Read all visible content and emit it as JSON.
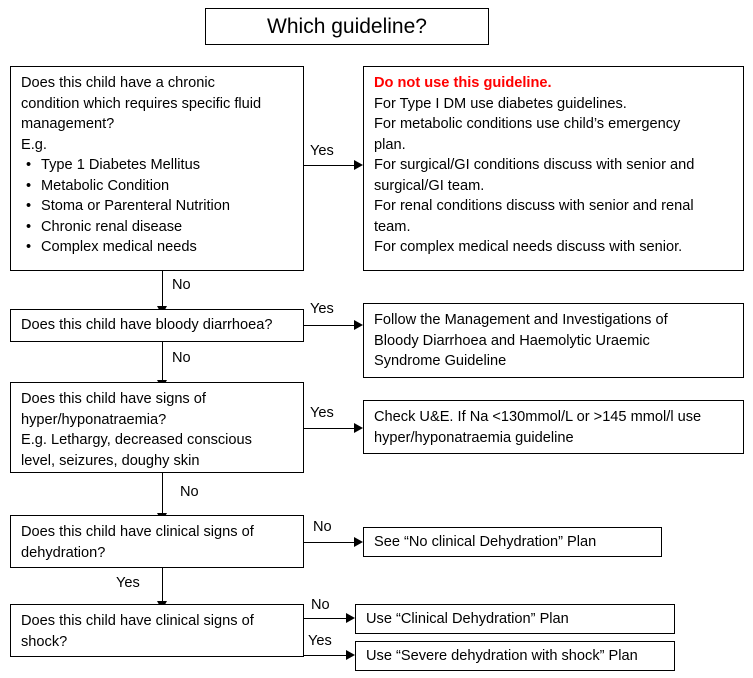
{
  "title": {
    "text": "Which guideline?"
  },
  "nodes": {
    "chronic_condition": {
      "question_lines": [
        "Does this child have a chronic",
        "condition which requires specific fluid",
        "management?",
        "E.g."
      ],
      "bullets": [
        "Type 1 Diabetes Mellitus",
        "Metabolic Condition",
        "Stoma or Parenteral Nutrition",
        "Chronic renal disease",
        "Complex medical needs"
      ]
    },
    "do_not_use": {
      "warning": "Do not use this guideline.",
      "lines": [
        "For Type I DM use diabetes guidelines.",
        "For metabolic conditions use child’s emergency",
        "plan.",
        "For surgical/GI conditions discuss with senior and",
        "surgical/GI team.",
        "For renal conditions discuss with senior and renal",
        "team.",
        "For complex medical needs discuss with senior."
      ]
    },
    "bloody_diarrhoea": {
      "lines": [
        "Does this child have bloody diarrhoea?"
      ]
    },
    "bloody_diarrhoea_result": {
      "lines": [
        "Follow the Management and Investigations of",
        "Bloody Diarrhoea and Haemolytic Uraemic",
        "Syndrome Guideline"
      ]
    },
    "natraemia": {
      "lines": [
        "Does this child have signs of",
        "hyper/hyponatraemia?",
        "E.g. Lethargy, decreased conscious",
        "level, seizures, doughy skin"
      ]
    },
    "natraemia_result": {
      "lines": [
        "Check U&E. If Na <130mmol/L or >145 mmol/l use",
        "hyper/hyponatraemia guideline"
      ]
    },
    "dehydration": {
      "lines": [
        "Does this child have clinical signs of",
        "dehydration?"
      ]
    },
    "dehydration_result": {
      "lines": [
        "See “No clinical Dehydration” Plan"
      ]
    },
    "shock": {
      "lines": [
        "Does this child have clinical signs of",
        "shock?"
      ]
    },
    "shock_no_result": {
      "lines": [
        "Use “Clinical Dehydration” Plan"
      ]
    },
    "shock_yes_result": {
      "lines": [
        "Use “Severe dehydration with shock” Plan"
      ]
    }
  },
  "edge_labels": {
    "chronic_yes": "Yes",
    "chronic_no": "No",
    "diarrhoea_yes": "Yes",
    "diarrhoea_no": "No",
    "natraemia_yes": "Yes",
    "natraemia_no": "No",
    "dehydration_no": "No",
    "dehydration_yes": "Yes",
    "shock_no": "No",
    "shock_yes": "Yes"
  },
  "colors": {
    "warning": "#FF0000",
    "line": "#000000",
    "background": "#FFFFFF"
  }
}
